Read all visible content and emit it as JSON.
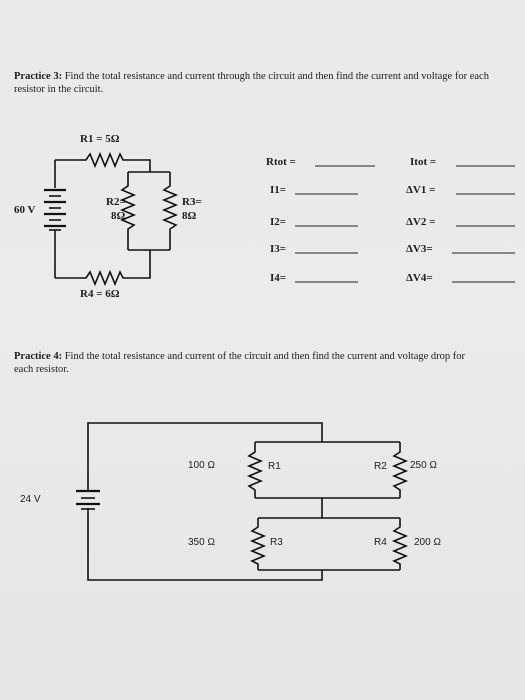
{
  "practice3": {
    "heading": "Practice 3:",
    "text": "Find the total resistance and current through the circuit and then find the current and voltage for each resistor in the circuit.",
    "labels": {
      "r1": "R1 = 5Ω",
      "r2_top": "R2=",
      "r2_val": "8Ω",
      "r3_top": "R3=",
      "r3_val": "8Ω",
      "r4": "R4 = 6Ω",
      "source": "60 V"
    },
    "answers": {
      "left": [
        "Rtot =",
        "I1=",
        "I2=",
        "I3=",
        "I4="
      ],
      "right": [
        "Itot =",
        "ΔV1 =",
        "ΔV2 =",
        "ΔV3=",
        "ΔV4="
      ]
    }
  },
  "practice4": {
    "heading": "Practice 4:",
    "text": "Find the total resistance and current of the circuit and then find the current and voltage drop for each resistor.",
    "labels": {
      "source": "24 V",
      "r1_val": "100 Ω",
      "r1": "R1",
      "r2": "R2",
      "r2_val": "250 Ω",
      "r3_val": "350 Ω",
      "r3": "R3",
      "r4": "R4",
      "r4_val": "200 Ω"
    }
  }
}
